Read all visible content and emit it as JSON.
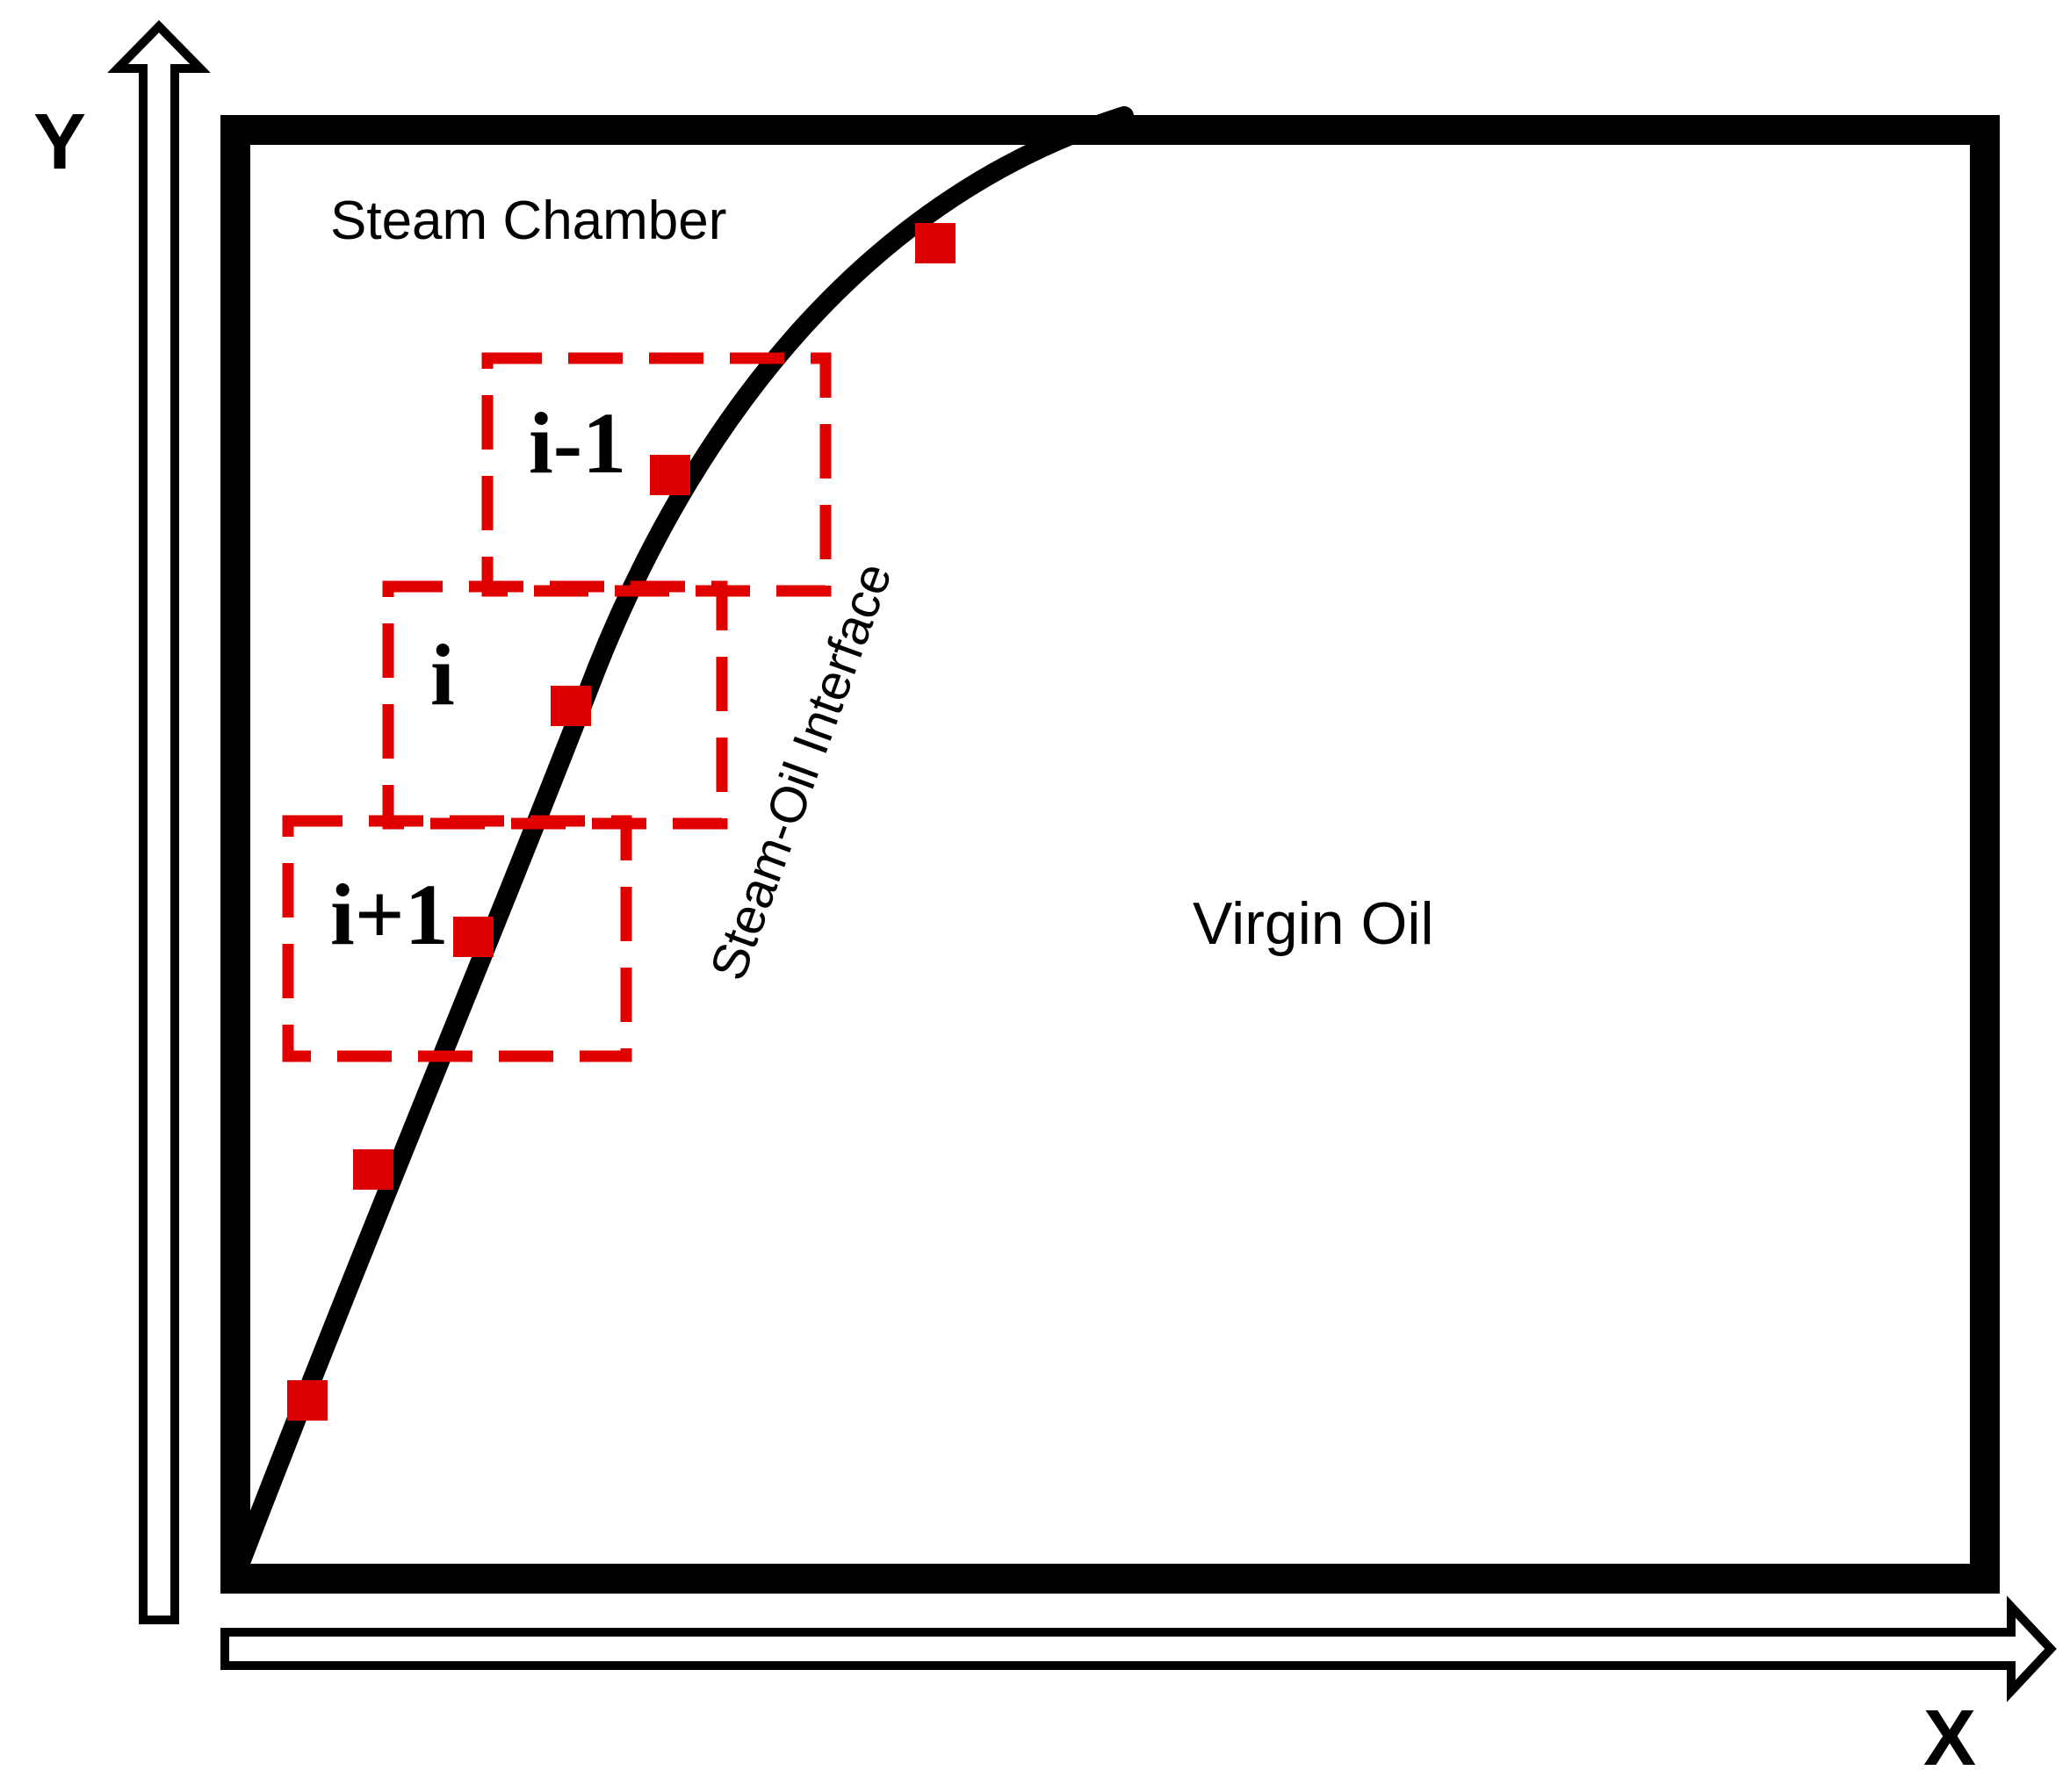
{
  "axes": {
    "y_label": "Y",
    "x_label": "X"
  },
  "regions": {
    "steam_chamber": "Steam Chamber",
    "virgin_oil": "Virgin Oil",
    "interface": "Steam-Oil Interface"
  },
  "cells": {
    "upper": "i-1",
    "middle": "i",
    "lower": "i+1"
  },
  "colors": {
    "outline": "#000000",
    "cell_dash": "#e00000",
    "node": "#dd0000",
    "background": "#ffffff"
  }
}
